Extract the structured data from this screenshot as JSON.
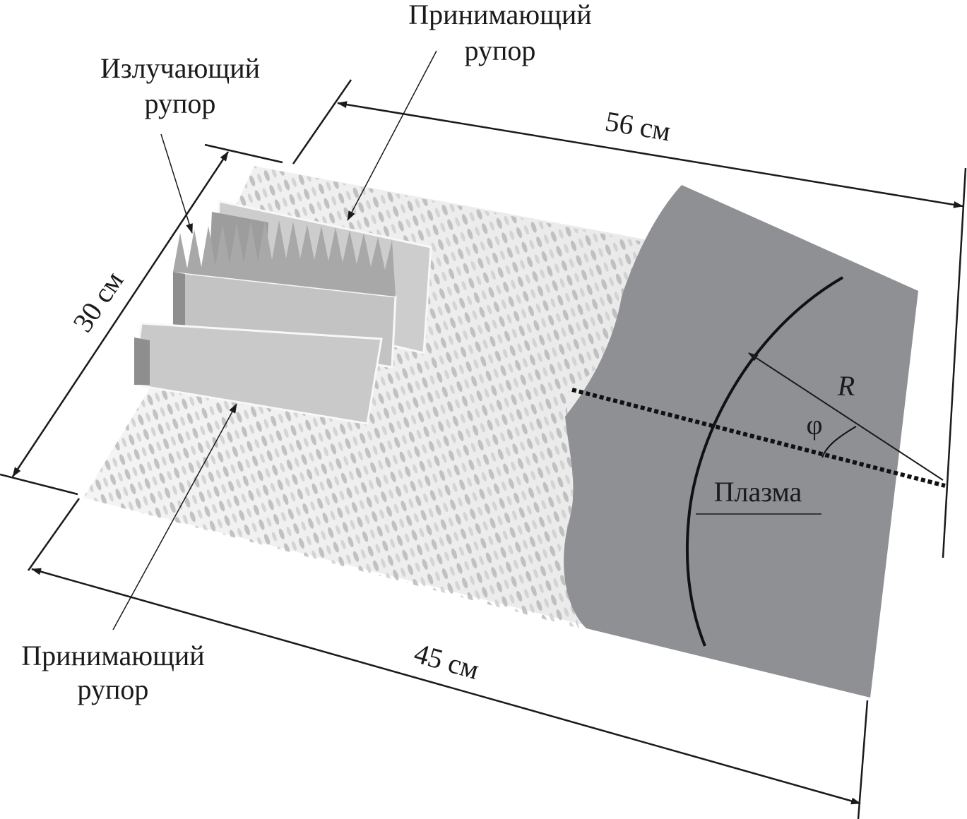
{
  "labels": {
    "receiving_horn_top_line1": "Принимающий",
    "receiving_horn_top_line2": "рупор",
    "emitting_horn_line1": "Излучающий",
    "emitting_horn_line2": "рупор",
    "receiving_horn_bottom_line1": "Принимающий",
    "receiving_horn_bottom_line2": "рупор",
    "plasma": "Плазма",
    "radius": "R",
    "angle": "φ"
  },
  "dimensions": {
    "length_top": "56 см",
    "width": "30 см",
    "length_bottom": "45 см"
  },
  "colors": {
    "plasma": "#8f9094",
    "wave_field": "#eeeeee",
    "horn_face": "#c9c9c9",
    "line": "#1a1a1a"
  }
}
